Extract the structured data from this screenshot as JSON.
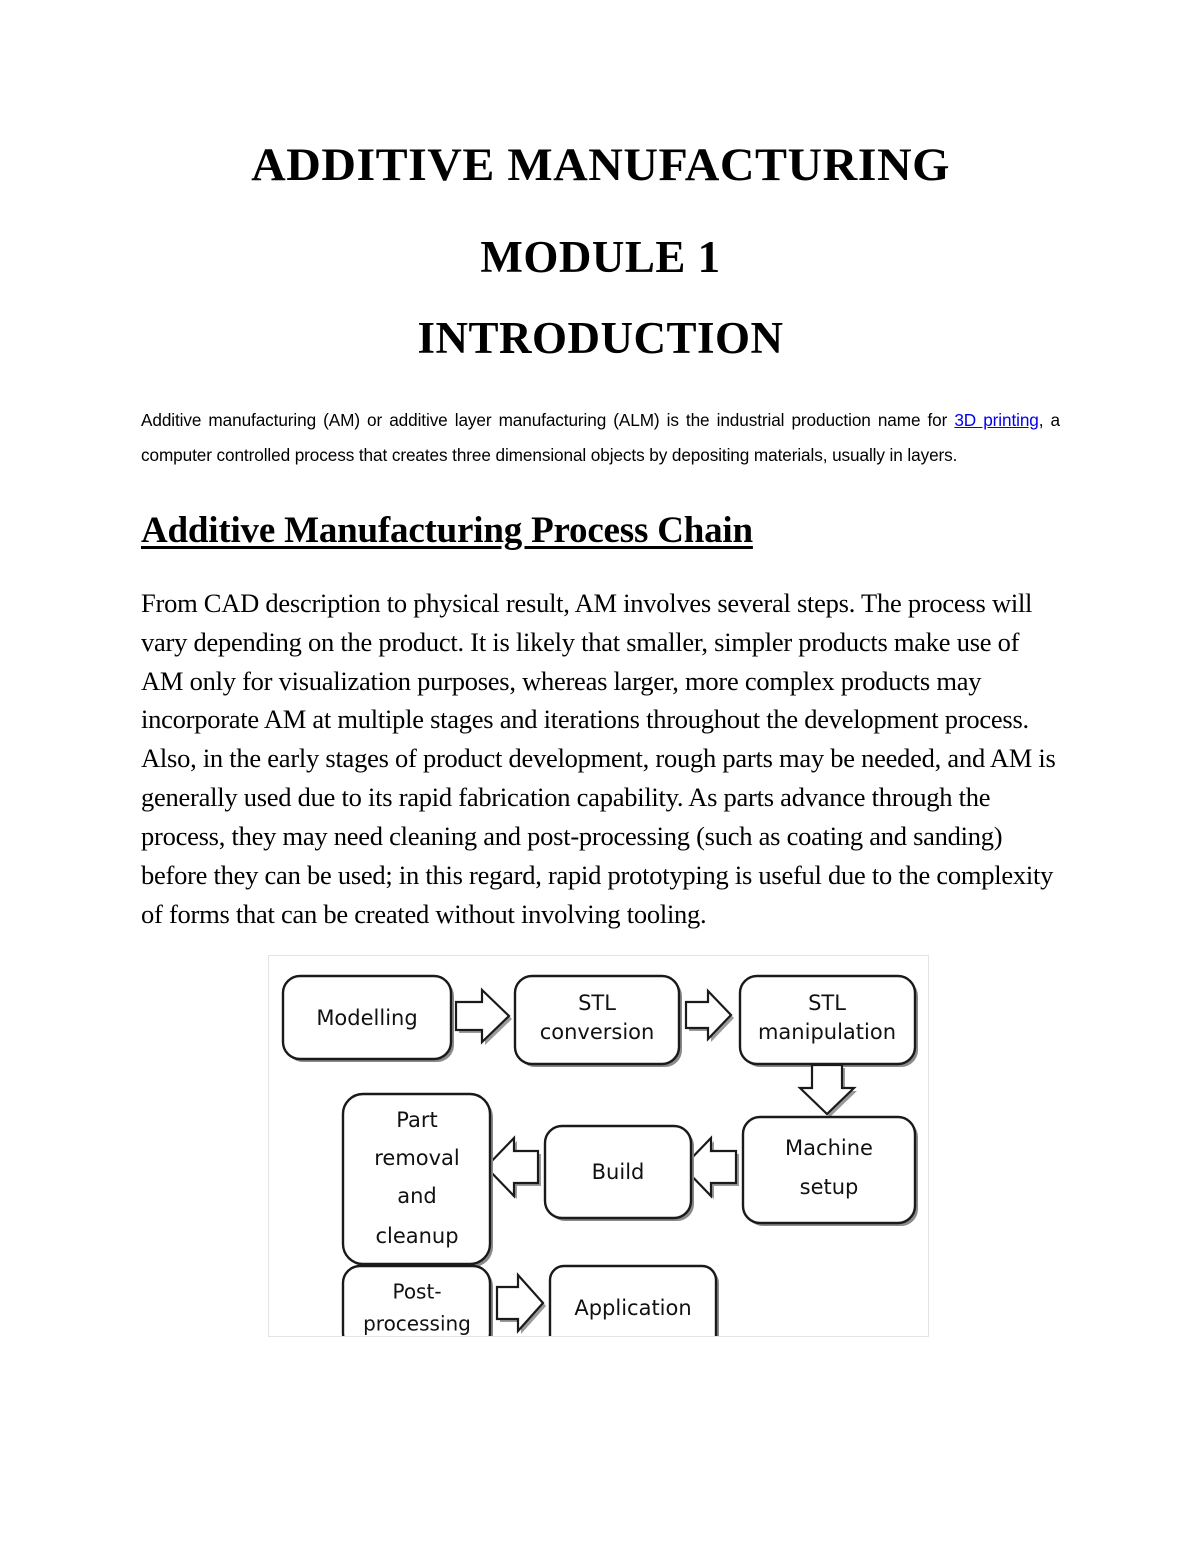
{
  "document": {
    "title_line_1": "ADDITIVE MANUFACTURING",
    "title_line_2": "MODULE 1",
    "title_line_3": "INTRODUCTION"
  },
  "intro": {
    "text_before_link": "Additive manufacturing (AM) or additive layer manufacturing (ALM) is the industrial production name for ",
    "link_text": "3D printing",
    "text_after_link": ", a computer controlled process that creates three dimensional objects by depositing materials, usually in layers.",
    "link_color": "#0000ee"
  },
  "section": {
    "heading": "Additive Manufacturing Process Chain",
    "paragraph": "From CAD description to physical result, AM involves several steps. The process will vary depending on the product. It is likely that smaller, simpler products make use of AM only for visualization purposes, whereas larger, more complex products may incorporate AM at multiple stages and iterations throughout the development process. Also, in the early stages of product development, rough parts may be needed, and AM is generally used due to its rapid fabrication capability. As parts advance through the process, they may need cleaning and post-processing (such as coating and sanding) before they can be used; in this regard, rapid prototyping is useful due to the complexity of forms that can be created without involving tooling."
  },
  "figure": {
    "caption": "",
    "nodes": {
      "modelling": "Modelling",
      "stl_conversion_line1": "STL",
      "stl_conversion_line2": "conversion",
      "stl_manipulation_line1": "STL",
      "stl_manipulation_line2": "manipulation",
      "machine_setup_line1": "Machine",
      "machine_setup_line2": "setup",
      "build": "Build",
      "part_removal_line1": "Part",
      "part_removal_line2": "removal",
      "part_removal_line3": "and",
      "part_removal_line4": "cleanup",
      "post_processing_line1": "Post-",
      "post_processing_line2": "processing",
      "application": "Application"
    },
    "flow_order": [
      "Modelling",
      "STL conversion",
      "STL manipulation",
      "Machine setup",
      "Build",
      "Part removal and cleanup",
      "Post-processing",
      "Application"
    ]
  }
}
